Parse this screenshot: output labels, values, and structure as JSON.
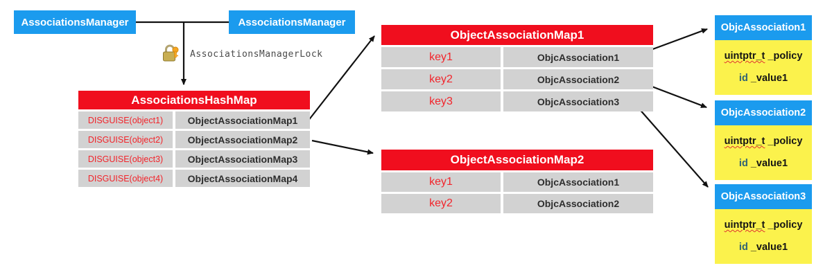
{
  "diagram": {
    "managers": {
      "left": "AssociationsManager",
      "right": "AssociationsManager"
    },
    "lock": {
      "label": "AssociationsManagerLock"
    },
    "hashmap": {
      "title": "AssociationsHashMap",
      "rows": [
        {
          "key": "DISGUISE(object1)",
          "value": "ObjectAssociationMap1"
        },
        {
          "key": "DISGUISE(object2)",
          "value": "ObjectAssociationMap2"
        },
        {
          "key": "DISGUISE(object3)",
          "value": "ObjectAssociationMap3"
        },
        {
          "key": "DISGUISE(object4)",
          "value": "ObjectAssociationMap4"
        }
      ]
    },
    "map1": {
      "title": "ObjectAssociationMap1",
      "rows": [
        {
          "key": "key1",
          "value": "ObjcAssociation1"
        },
        {
          "key": "key2",
          "value": "ObjcAssociation2"
        },
        {
          "key": "key3",
          "value": "ObjcAssociation3"
        }
      ]
    },
    "map2": {
      "title": "ObjectAssociationMap2",
      "rows": [
        {
          "key": "key1",
          "value": "ObjcAssociation1"
        },
        {
          "key": "key2",
          "value": "ObjcAssociation2"
        }
      ]
    },
    "blocks": [
      {
        "title": "ObjcAssociation1",
        "policy_type": "uintptr_t",
        "policy_name": " _policy",
        "value_type": "id",
        "value_name": " _value1"
      },
      {
        "title": "ObjcAssociation2",
        "policy_type": "uintptr_t",
        "policy_name": " _policy",
        "value_type": "id",
        "value_name": " _value1"
      },
      {
        "title": "ObjcAssociation3",
        "policy_type": "uintptr_t",
        "policy_name": " _policy",
        "value_type": "id",
        "value_name": " _value1"
      }
    ],
    "colors": {
      "box_blue": "#1b9bee",
      "header_red": "#f00e1e",
      "cell_gray": "#d2d2d2",
      "body_yellow": "#fbf24c",
      "key_red_text": "#f2242b",
      "id_keyword_teal": "#2f6275"
    }
  }
}
